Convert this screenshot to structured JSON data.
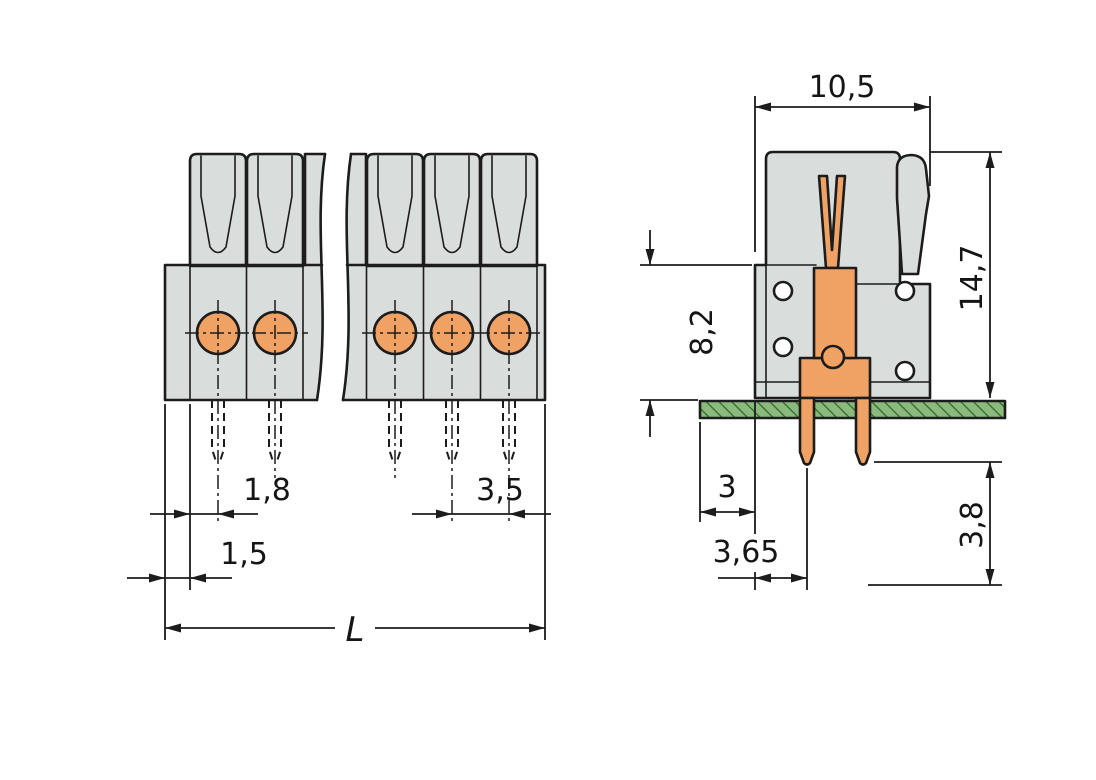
{
  "drawing": {
    "views": {
      "front": {
        "dimensions": {
          "contact_entry_width": "1,8",
          "edge_offset": "1,5",
          "pole_pitch": "3,5",
          "overall_length": "L"
        }
      },
      "side": {
        "dimensions": {
          "housing_depth": "10,5",
          "height_above_board": "8,2",
          "total_height": "14,7",
          "board_overhang": "3",
          "pin_offset": "3,65",
          "pin_length": "3,8"
        }
      }
    },
    "colors": {
      "outline": "#1c1c1c",
      "housing_gray": "#d9dddc",
      "contact_orange": "#f0a264",
      "board_green": "#8cba7c",
      "board_hatch_green": "#2f6c30"
    }
  }
}
